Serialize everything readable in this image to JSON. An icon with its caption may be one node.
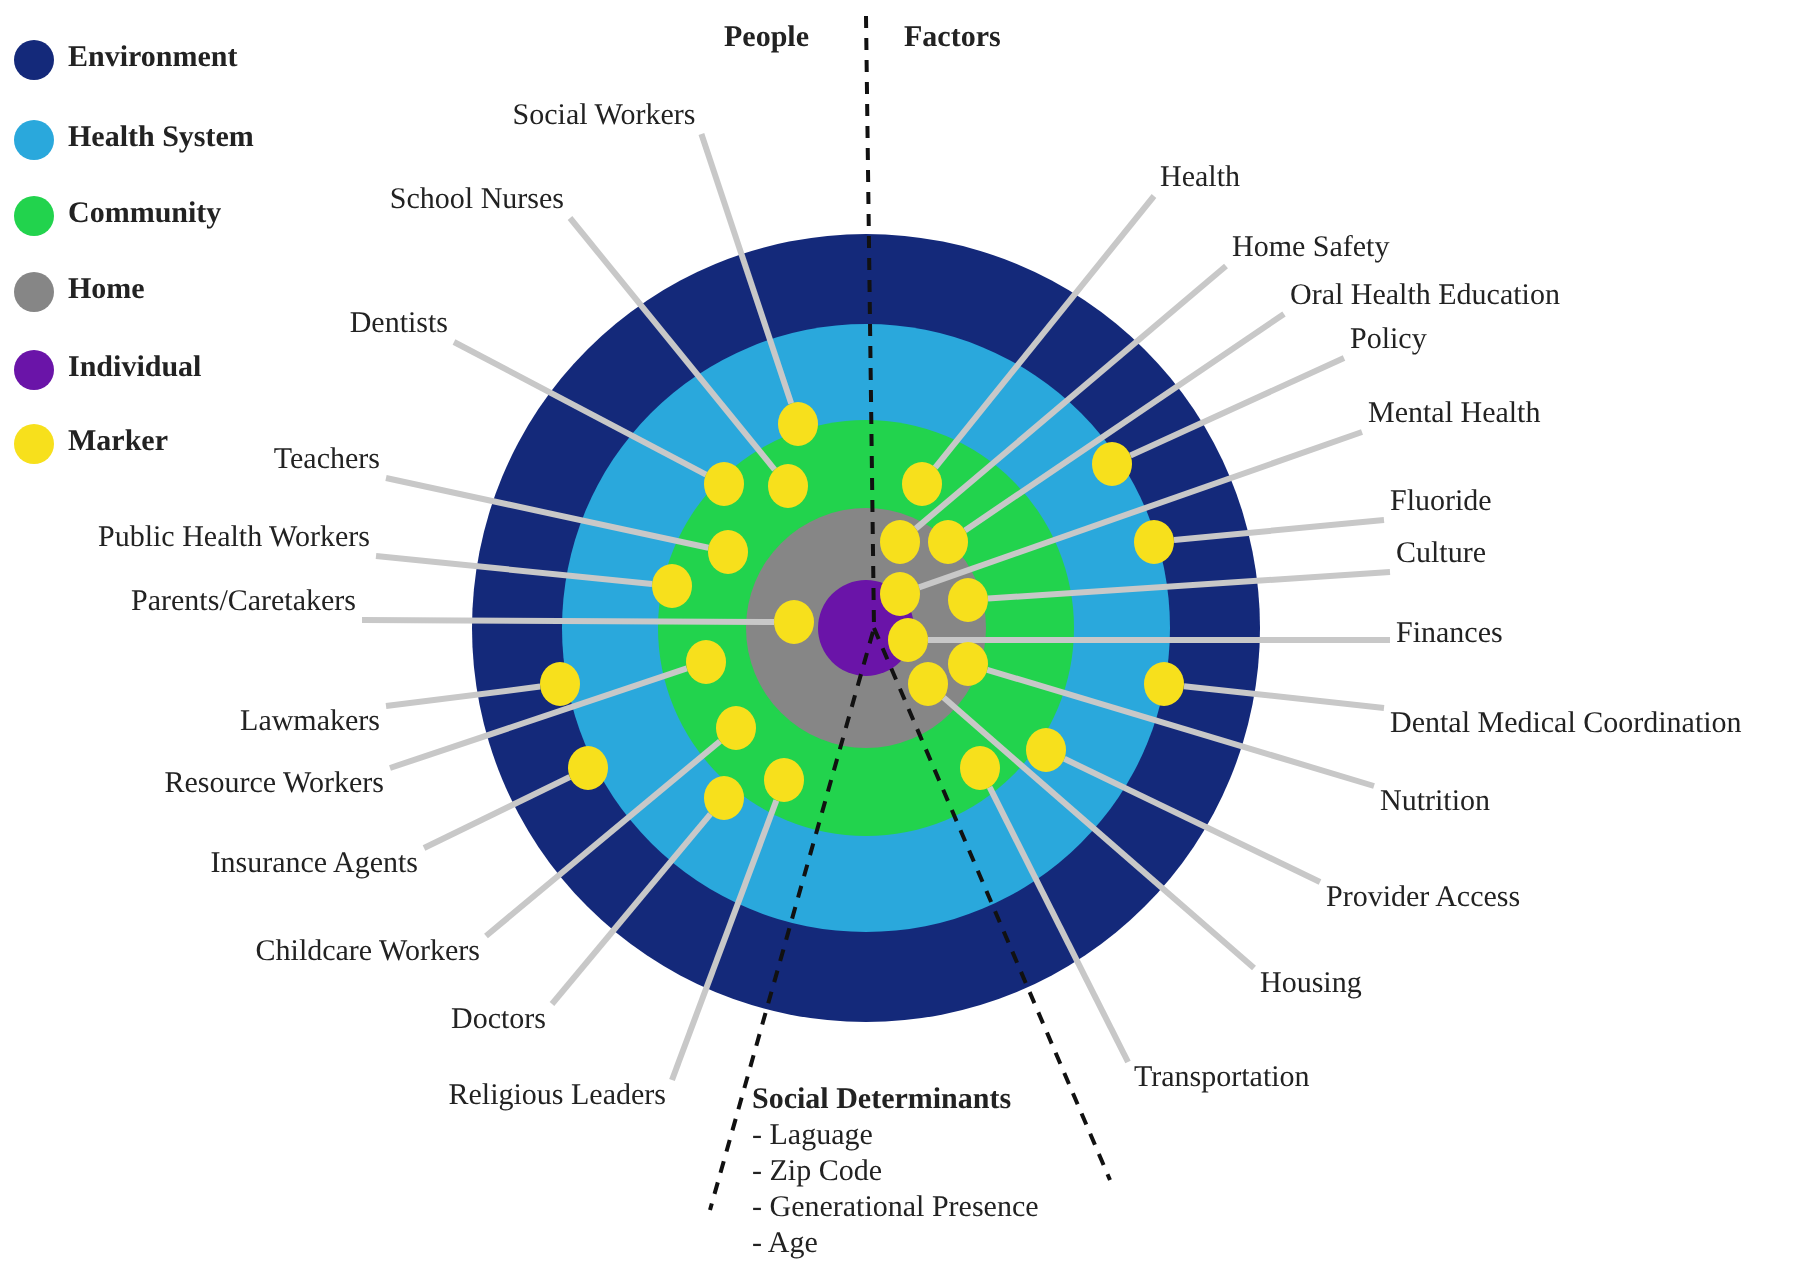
{
  "diagram": {
    "nodes": [
      {
        "text": [
          "Social Workers"
        ]
      },
      {
        "text": [
          "Health"
        ]
      },
      {
        "text": [
          "School Nurses"
        ]
      },
      {
        "text": [
          "Home Safety"
        ]
      },
      {
        "text": [
          "Oral Health Education"
        ]
      },
      {
        "text": [
          "Dentists"
        ]
      },
      {
        "text": [
          "Policy"
        ]
      },
      {
        "text": [
          "Mental Health"
        ]
      },
      {
        "text": [
          "Teachers"
        ]
      },
      {
        "text": [
          "Fluoride"
        ]
      },
      {
        "text": [
          "Public Health Workers"
        ]
      },
      {
        "text": [
          "Culture"
        ]
      },
      {
        "text": [
          "Parents/Caretakers"
        ]
      },
      {
        "text": [
          "Finances"
        ]
      },
      {
        "text": [
          "Lawmakers"
        ]
      },
      {
        "text": [
          "Dental Medical Coordination"
        ]
      },
      {
        "text": [
          "Resource Workers"
        ]
      },
      {
        "text": [
          "Nutrition"
        ]
      },
      {
        "text": [
          "Insurance Agents"
        ]
      },
      {
        "text": [
          "Provider Access"
        ]
      },
      {
        "text": [
          "Childcare Workers"
        ]
      },
      {
        "text": [
          "Housing"
        ]
      },
      {
        "text": [
          "Doctors"
        ]
      },
      {
        "text": [
          "Transportation"
        ]
      },
      {
        "text": [
          "Religious Leaders"
        ]
      },
      {
        "text": [],
        "shape": "circle"
      },
      {
        "text": [],
        "shape": "circle"
      },
      {
        "text": [],
        "shape": "circle"
      },
      {
        "text": [],
        "shape": "circle"
      },
      {
        "text": [],
        "shape": "circle"
      },
      {
        "text": [],
        "shape": "circle"
      },
      {
        "text": [],
        "shape": "circle"
      },
      {
        "text": [],
        "shape": "circle"
      },
      {
        "text": [],
        "shape": "circle"
      },
      {
        "text": [],
        "shape": "circle"
      },
      {
        "text": [],
        "shape": "circle"
      },
      {
        "text": [],
        "shape": "circle"
      },
      {
        "text": [],
        "shape": "circle"
      },
      {
        "text": [],
        "shape": "circle"
      },
      {
        "text": [],
        "shape": "circle"
      },
      {
        "text": [],
        "shape": "circle"
      },
      {
        "text": [],
        "shape": "circle"
      },
      {
        "text": [],
        "shape": "circle"
      },
      {
        "text": [],
        "shape": "circle"
      },
      {
        "text": [],
        "shape": "circle"
      },
      {
        "text": [],
        "shape": "circle"
      },
      {
        "text": [],
        "shape": "circle"
      },
      {
        "text": [],
        "shape": "circle"
      },
      {
        "text": [],
        "shape": "circle"
      },
      {
        "text": [],
        "shape": "circle"
      }
    ],
    "edges": [
      {
        "from": 0,
        "to": 25,
        "arrow": "none"
      },
      {
        "from": 1,
        "to": 26,
        "arrow": "none"
      },
      {
        "from": 2,
        "to": 27,
        "arrow": "none"
      },
      {
        "from": 3,
        "to": 28,
        "arrow": "none"
      },
      {
        "from": 4,
        "to": 29,
        "arrow": "none"
      },
      {
        "from": 5,
        "to": 30,
        "arrow": "none"
      },
      {
        "from": 6,
        "to": 31,
        "arrow": "none"
      },
      {
        "from": 7,
        "to": 32,
        "arrow": "none"
      },
      {
        "from": 8,
        "to": 33,
        "arrow": "none"
      },
      {
        "from": 9,
        "to": 34,
        "arrow": "none"
      },
      {
        "from": 10,
        "to": 35,
        "arrow": "none"
      },
      {
        "from": 11,
        "to": 36,
        "arrow": "none"
      },
      {
        "from": 12,
        "to": 37,
        "arrow": "none"
      },
      {
        "from": 13,
        "to": 38,
        "arrow": "none"
      },
      {
        "from": 14,
        "to": 39,
        "arrow": "none"
      },
      {
        "from": 15,
        "to": 40,
        "arrow": "none"
      },
      {
        "from": 16,
        "to": 41,
        "arrow": "none"
      },
      {
        "from": 17,
        "to": 42,
        "arrow": "none"
      },
      {
        "from": 18,
        "to": 43,
        "arrow": "none"
      },
      {
        "from": 19,
        "to": 44,
        "arrow": "none"
      },
      {
        "from": 20,
        "to": 45,
        "arrow": "none"
      },
      {
        "from": 21,
        "to": 46,
        "arrow": "none"
      },
      {
        "from": 22,
        "to": 47,
        "arrow": "none"
      },
      {
        "from": 23,
        "to": 48,
        "arrow": "none"
      },
      {
        "from": 24,
        "to": 49,
        "arrow": "none"
      }
    ],
    "labels": [
      "People",
      "Factors",
      "Social Determinants",
      "- Laguage",
      "- Zip Code",
      "- Generational Presence",
      "- Age"
    ],
    "legend": [
      {
        "text": "Environment",
        "color": "#14297a"
      },
      {
        "text": "Health System",
        "color": "#2aa8dc"
      },
      {
        "text": "Community",
        "color": "#22d34d"
      },
      {
        "text": "Home",
        "color": "#868686"
      },
      {
        "text": "Individual",
        "color": "#6a14a8"
      },
      {
        "text": "Marker",
        "color": "#f7e01c"
      }
    ]
  }
}
